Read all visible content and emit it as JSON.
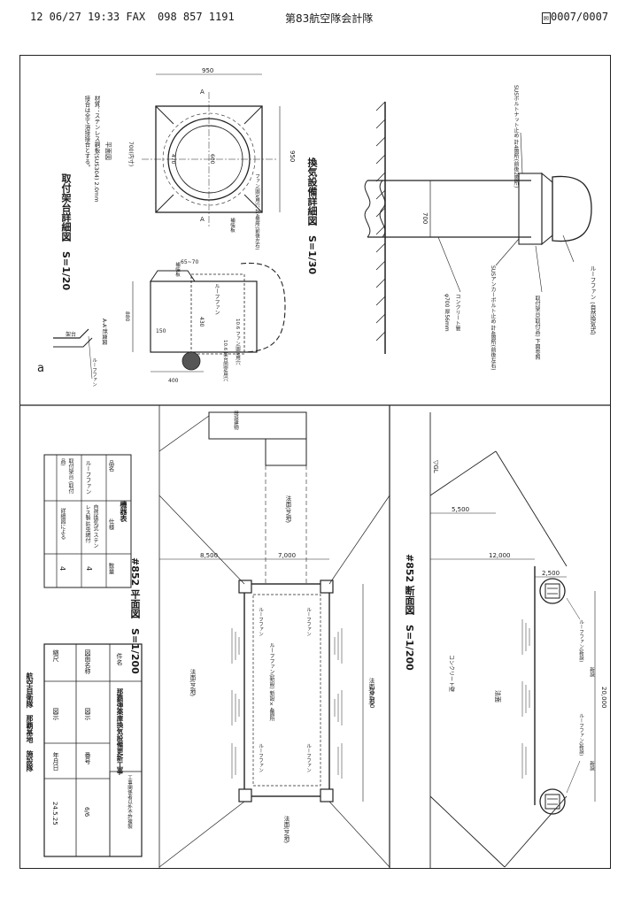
{
  "fax_header": {
    "datetime": "12 06/27 19:33 FAX",
    "fax_number": "098 857 1191",
    "sender": "第83航空隊会計隊",
    "page_counter": "0007/0007"
  },
  "detail_top_right": {
    "title": "換気設備詳細図",
    "scale": "S=1/30",
    "labels": {
      "bolt_top": "SUSボルトナット止め 計4箇所(前後2箇所)",
      "roof_fan": "ルーフファン (自然換気式)",
      "mount_ref": "取付架台(取付品) 下図参照",
      "anchor_bolt": "SUSアンカーボルト止め 計4箇所(前後左右)",
      "concrete_pipe": "コンクリート管",
      "pipe_spec": "φ700 厚56mm",
      "dim_700": "700"
    }
  },
  "detail_top_left": {
    "title": "取付架台詳細図",
    "scale": "S=1/20",
    "notes": [
      "材質：ステンレス鋼板(SUS304) 2.0mm",
      "接合は全て溶接接合とする。"
    ],
    "plan_label": "平面図",
    "section_label": "A-A'断面図",
    "dims": [
      "950",
      "950",
      "600",
      "470",
      "700(内寸)",
      "65~70",
      "400",
      "880",
      "430",
      "150",
      "700(内寸)",
      "600"
    ],
    "labels": {
      "reinforcement": "補強板",
      "holes": "ファン固定用穴 計4箇所(前後左右)",
      "hole_a": "10.6 ファン固定用穴",
      "hole_b": "10.6 架台固定用穴",
      "fan": "ルーフファン",
      "plate": "補強板",
      "a": "a",
      "a_mount": "架台",
      "a_fan": "ルーフファン"
    }
  },
  "equipment_table": {
    "title": "機器表",
    "headers": [
      "品名",
      "仕様",
      "数量"
    ],
    "rows": [
      [
        "ルーフファン",
        "自然換気式 ステンレス製 防虫網付",
        "4"
      ],
      [
        "取付架台 (取付品)",
        "詳細図による",
        "4"
      ]
    ]
  },
  "plan_view": {
    "title": "#852 平面図",
    "scale": "S=1/200",
    "dims": [
      "8,500",
      "7,000",
      "20,000"
    ],
    "labels": {
      "slope_turf": "法面(芝地)",
      "slope_turf_2": "法面(芝地)",
      "slope_turf_3": "法面(芝地)",
      "slope_turf_4": "法面(芝地)",
      "fan_center": "ルーフファン(新設) 新設×4箇所",
      "fan_a": "ルーフファン",
      "fan_b": "ルーフファン",
      "fan_c": "ルーフファン",
      "fan_d": "ルーフファン",
      "existing": "既設建物"
    }
  },
  "section_view": {
    "title": "#852 断面図",
    "scale": "S=1/200",
    "dims": [
      "5,500",
      "12,000",
      "2,500",
      "20,000"
    ],
    "labels": {
      "gl": "▽GL",
      "wall": "コンクリート壁",
      "slope": "法面",
      "fan_top": "ルーフファン(新設)",
      "fan_bottom": "ルーフファン(新設)",
      "new_a": "新設",
      "new_b": "新設"
    }
  },
  "title_block": {
    "header_note": "工事関係者以外不許複製",
    "rows": [
      [
        "件名",
        "那覇弾薬庫換気設備更新工事"
      ],
      [
        "図面名称",
        "図示",
        "番号",
        "6/6"
      ],
      [
        "縮尺",
        "図示",
        "年月日",
        "24.5.25"
      ]
    ],
    "office": "航空自衛隊　那覇基地　施設隊"
  }
}
